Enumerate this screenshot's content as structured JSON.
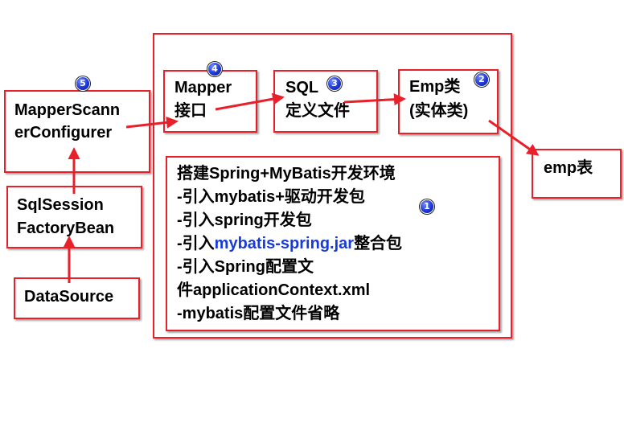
{
  "nodes": {
    "mapper": {
      "line1": "Mapper",
      "line2": "接口"
    },
    "sql": {
      "line1": "SQL",
      "line2": "定义文件"
    },
    "emp": {
      "line1": "Emp类",
      "line2": "(实体类)"
    },
    "emp_table": {
      "label": "emp表"
    },
    "mapper_scanner": {
      "line1": "MapperScann",
      "line2": "erConfigurer"
    },
    "sqlsession": {
      "line1": "SqlSession",
      "line2": "FactoryBean"
    },
    "datasource": {
      "label": "DataSource"
    }
  },
  "setup": {
    "line1": "搭建Spring+MyBatis开发环境",
    "line2": "-引入mybatis+驱动开发包",
    "line3": "-引入spring开发包",
    "line4_prefix": "-引入",
    "line4_highlight": "mybatis-spring.jar",
    "line4_suffix": "整合包",
    "line5": "-引入Spring配置文",
    "line6": "件applicationContext.xml",
    "line7": "-mybatis配置文件省略"
  },
  "badges": {
    "b1": "1",
    "b2": "2",
    "b3": "3",
    "b4": "4",
    "b5": "5"
  },
  "colors": {
    "border": "#e8202a",
    "arrow": "#e8202a",
    "highlight": "#1a3ad8",
    "badge": "#1f38d8"
  }
}
